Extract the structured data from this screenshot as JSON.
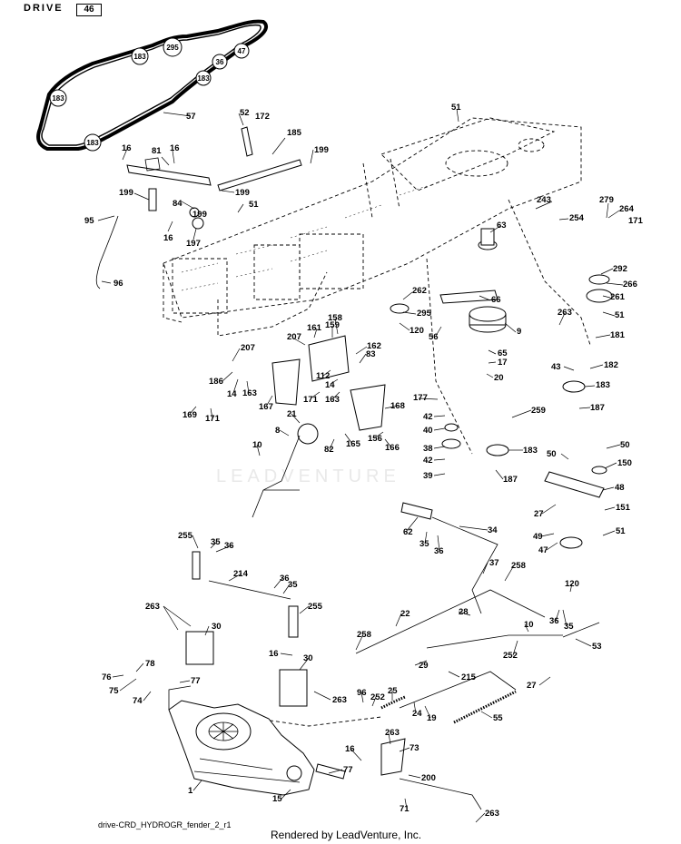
{
  "header": {
    "word": "DRIVE",
    "badge": "46"
  },
  "watermark": "LEADVENTURE",
  "footer": {
    "diagram_id": "drive-CRD_HYDROGR_fender_2_r1",
    "rendered_by": "Rendered by LeadVenture, Inc."
  },
  "belt_labels": [
    "183",
    "295",
    "47",
    "36",
    "183",
    "183",
    "183"
  ],
  "callouts": [
    "57",
    "52",
    "172",
    "185",
    "199",
    "51",
    "16",
    "81",
    "16",
    "199",
    "84",
    "199",
    "51",
    "199",
    "95",
    "16",
    "197",
    "96",
    "279",
    "264",
    "171",
    "243",
    "254",
    "63",
    "292",
    "266",
    "261",
    "262",
    "295",
    "66",
    "120",
    "56",
    "9",
    "263",
    "51",
    "181",
    "65",
    "17",
    "20",
    "182",
    "43",
    "183",
    "187",
    "158",
    "161",
    "159",
    "207",
    "162",
    "207",
    "186",
    "14",
    "163",
    "112",
    "171",
    "14",
    "163",
    "83",
    "167",
    "169",
    "171",
    "21",
    "177",
    "42",
    "40",
    "259",
    "8",
    "10",
    "168",
    "82",
    "165",
    "156",
    "166",
    "38",
    "183",
    "42",
    "39",
    "187",
    "50",
    "50",
    "150",
    "48",
    "27",
    "151",
    "49",
    "51",
    "47",
    "62",
    "34",
    "35",
    "36",
    "37",
    "258",
    "255",
    "35",
    "36",
    "214",
    "36",
    "35",
    "255",
    "120",
    "22",
    "28",
    "36",
    "35",
    "263",
    "30",
    "10",
    "258",
    "252",
    "53",
    "16",
    "30",
    "29",
    "78",
    "76",
    "75",
    "74",
    "77",
    "215",
    "27",
    "96",
    "252",
    "25",
    "24",
    "19",
    "55",
    "263",
    "263",
    "73",
    "16",
    "200",
    "77",
    "1",
    "15",
    "71",
    "263"
  ],
  "icons": [
    "gearbox-transaxle",
    "drive-belt",
    "clutch-pulley",
    "drive-frame"
  ]
}
